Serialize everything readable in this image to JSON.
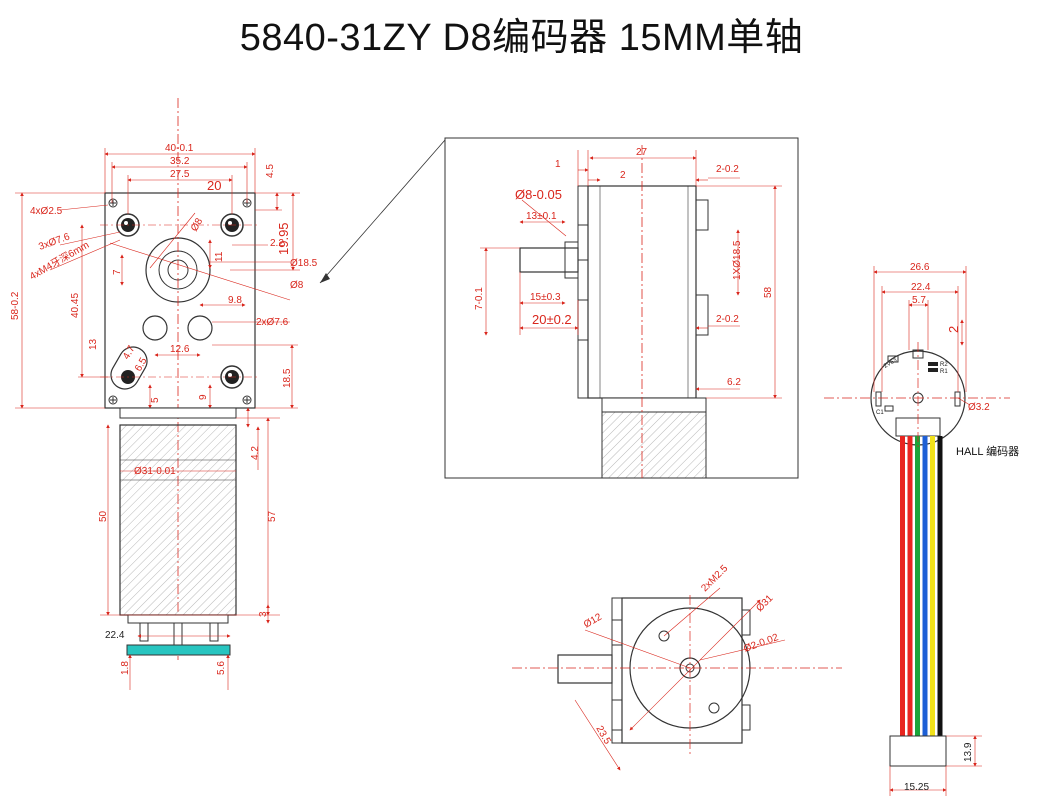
{
  "title": "5840-31ZY D8编码器 15MM单轴",
  "front_view": {
    "dims": {
      "w40": "40-0.1",
      "w352": "35.2",
      "w275": "27.5",
      "w20": "20",
      "h45": "4.5",
      "h1995": "19.95",
      "d185": "Ø18.5",
      "d8": "Ø8",
      "d22": "2.2",
      "hole_a": "4xØ2.5",
      "hole_b": "3xØ7.6",
      "screw": "4xM4牙深6mm",
      "h58": "58-0.2",
      "h4045": "40.45",
      "h7": "7",
      "h11": "11",
      "d8b": "Ø8",
      "h13": "13",
      "h98": "9.8",
      "holes76": "2xØ7.6",
      "w126": "12.6",
      "r47": "4.7",
      "r65": "6.5",
      "h185": "18.5",
      "h9": "9",
      "h5": "5",
      "h42": "4.2"
    }
  },
  "motor_body": {
    "dims": {
      "d31": "Ø31-0.01",
      "h50": "50",
      "h57": "57",
      "h3": "3",
      "w224": "22.4",
      "h18": "1.8",
      "h56": "5.6"
    }
  },
  "side_view": {
    "dims": {
      "d1": "1",
      "d27": "27",
      "d2": "2",
      "t2a": "2-0.2",
      "d8": "Ø8-0.05",
      "d13": "13±0.1",
      "d185": "1XØ18.5",
      "h7": "7-0.1",
      "d15": "15±0.3",
      "d20": "20±0.2",
      "t2b": "2-0.2",
      "h58": "58",
      "d62": "6.2"
    }
  },
  "end_view": {
    "dims": {
      "m25": "2xM2.5",
      "d12": "Ø12",
      "d31": "Ø31",
      "d2": "Ø2-0.02",
      "d235": "23.5"
    }
  },
  "encoder": {
    "label": "HALL 编码器",
    "dims": {
      "w266": "26.6",
      "w224": "22.4",
      "w57": "5.7",
      "h2": "2",
      "d32": "Ø3.2",
      "h139": "13.9",
      "w1525": "15.25"
    },
    "pcb_text": {
      "c1": "C1",
      "r2": "R2",
      "r1": "R1",
      "s": "2V63"
    },
    "wire_colors": [
      "#e8251f",
      "#e8251f",
      "#1ca43a",
      "#1d5fd6",
      "#f2e21a",
      "#111111"
    ]
  }
}
